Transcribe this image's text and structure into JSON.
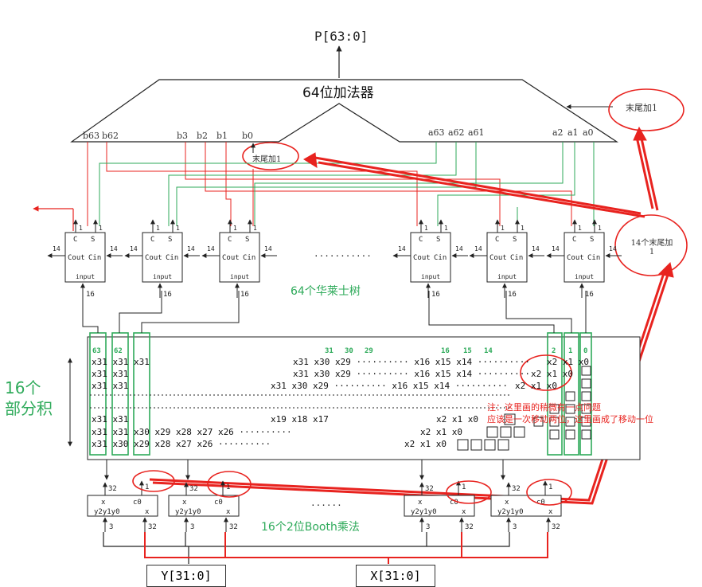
{
  "output_label": "P[63:0]",
  "adder_label": "64位加法器",
  "adder_b_inputs": [
    "b63",
    "b62",
    "b3",
    "b2",
    "b1",
    "b0"
  ],
  "adder_a_inputs": [
    "a63",
    "a62",
    "a61",
    "a2",
    "a1",
    "a0"
  ],
  "tail_add_label": "末尾加1",
  "tail_add_inner_label": "末尾加1",
  "tail_add_14_label": "14个末尾加1",
  "wallace_label": "64个华莱士树",
  "wallace_cell": {
    "c": "C",
    "s": "S",
    "cout": "Cout",
    "cin": "Cin",
    "input": "input",
    "w14": "14",
    "w1": "1",
    "w16": "16"
  },
  "ellipsis": "...........",
  "partial_products_label": "16个\n部分积",
  "col_nums_left": [
    "63",
    "62"
  ],
  "col_nums_mid": [
    "31",
    "30",
    "29",
    "16",
    "15",
    "14"
  ],
  "col_nums_right": [
    "2",
    "1",
    "0"
  ],
  "pp_rows": [
    {
      "left": "x31 x31 x31",
      "mid": "x31 x30 x29 ·········· x16 x15 x14 ··········",
      "right": "x2 x1 x0"
    },
    {
      "left": "x31 x31",
      "mid": "x31 x30 x29 ·········· x16 x15 x14 ··········",
      "right": "x2 x1 x0"
    },
    {
      "left": "x31 x31",
      "mid": "x31 x30 x29 ·········· x16 x15 x14 ··········",
      "right": "x2 x1 x0"
    },
    {
      "left": "x31 x31",
      "mid": "x19 x18 x17",
      "right": "x2 x1 x0"
    },
    {
      "left": "x31 x31 x30 x29 x28 x27 x26 ··········",
      "mid": "",
      "right": "x2 x1 x0"
    },
    {
      "left": "x31 x30 x29 x28 x27 x26 ··········",
      "mid": "",
      "right": "x2 x1 x0"
    }
  ],
  "note_line1": "注：这里画的稍微有一点问题",
  "note_line2": "应该是一次移动两位，这里画成了移动一位",
  "booth_label": "16个2位Booth乘法",
  "booth_cell": {
    "x": "x",
    "c0": "c0",
    "y": "y2y1y0",
    "xo": "x",
    "w32": "32",
    "w3": "3",
    "w1": "1"
  },
  "booth_ellipsis": "......",
  "input_y": "Y[31:0]",
  "input_x": "X[31:0]",
  "colors": {
    "red": "#e8231f",
    "green": "#2eaa5a",
    "dark": "#222222"
  }
}
